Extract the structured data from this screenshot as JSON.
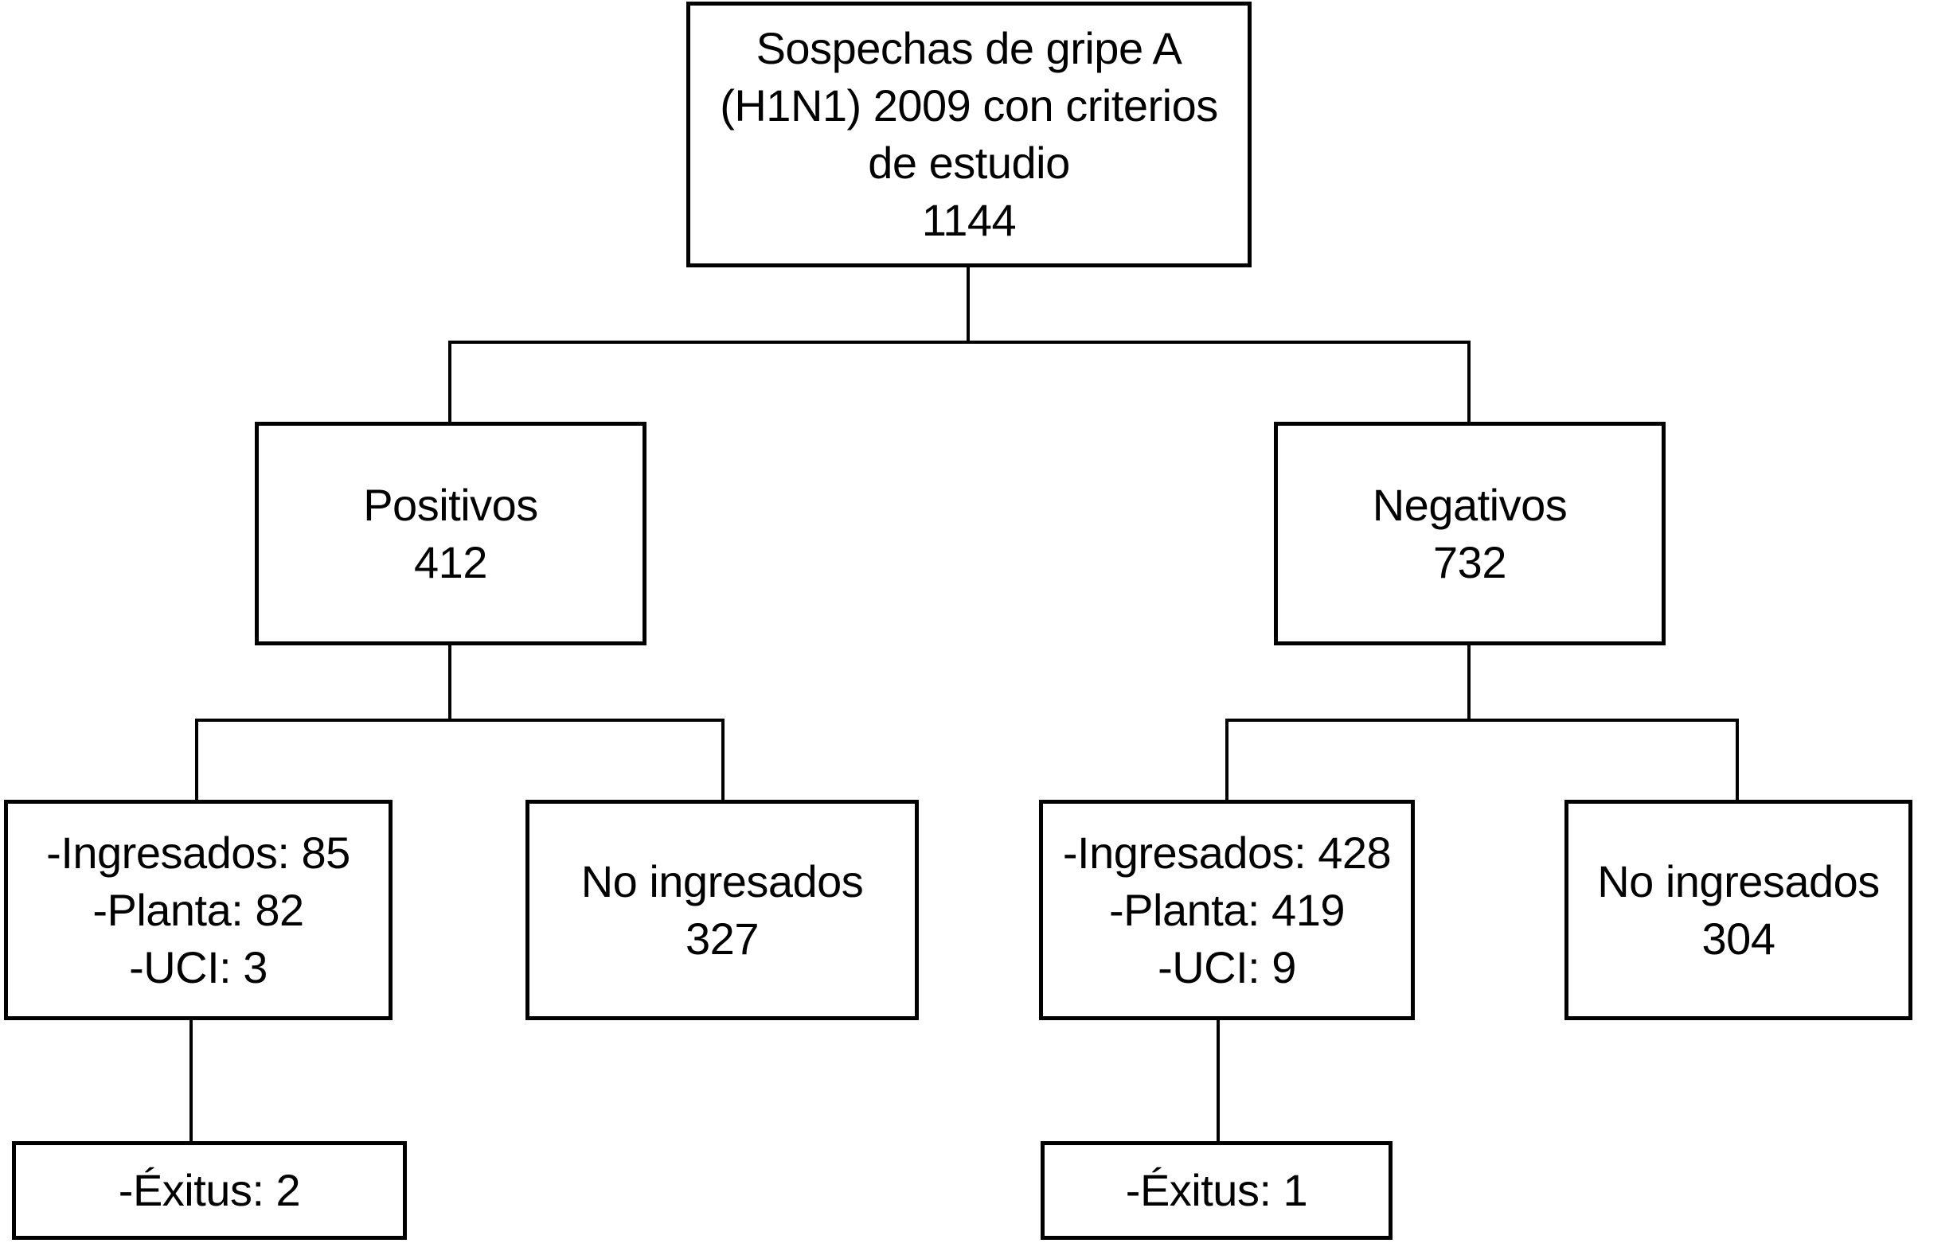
{
  "figure": {
    "type": "flow-diagram",
    "colors": {
      "background": "#ffffff",
      "box_border": "#000000",
      "connector": "#000000",
      "text": "#000000"
    }
  },
  "nodes": {
    "root": {
      "lines": [
        "Sospechas de gripe A",
        "(H1N1) 2009 con criterios",
        "de estudio",
        "1144"
      ],
      "value": 1144
    },
    "positivos": {
      "lines": [
        "Positivos",
        "412"
      ],
      "value": 412
    },
    "negativos": {
      "lines": [
        "Negativos",
        "732"
      ],
      "value": 732
    },
    "pos_ingresados": {
      "lines": [
        "-Ingresados: 85",
        "-Planta: 82",
        "-UCI: 3"
      ],
      "ingresados": 85,
      "planta": 82,
      "uci": 3
    },
    "pos_no_ingresados": {
      "lines": [
        "No ingresados",
        "327"
      ],
      "value": 327
    },
    "neg_ingresados": {
      "lines": [
        "-Ingresados: 428",
        "-Planta: 419",
        "-UCI: 9"
      ],
      "ingresados": 428,
      "planta": 419,
      "uci": 9
    },
    "neg_no_ingresados": {
      "lines": [
        "No ingresados",
        "304"
      ],
      "value": 304
    },
    "pos_exitus": {
      "lines": [
        "-Éxitus: 2"
      ],
      "value": 2
    },
    "neg_exitus": {
      "lines": [
        "-Éxitus: 1"
      ],
      "value": 1
    }
  }
}
